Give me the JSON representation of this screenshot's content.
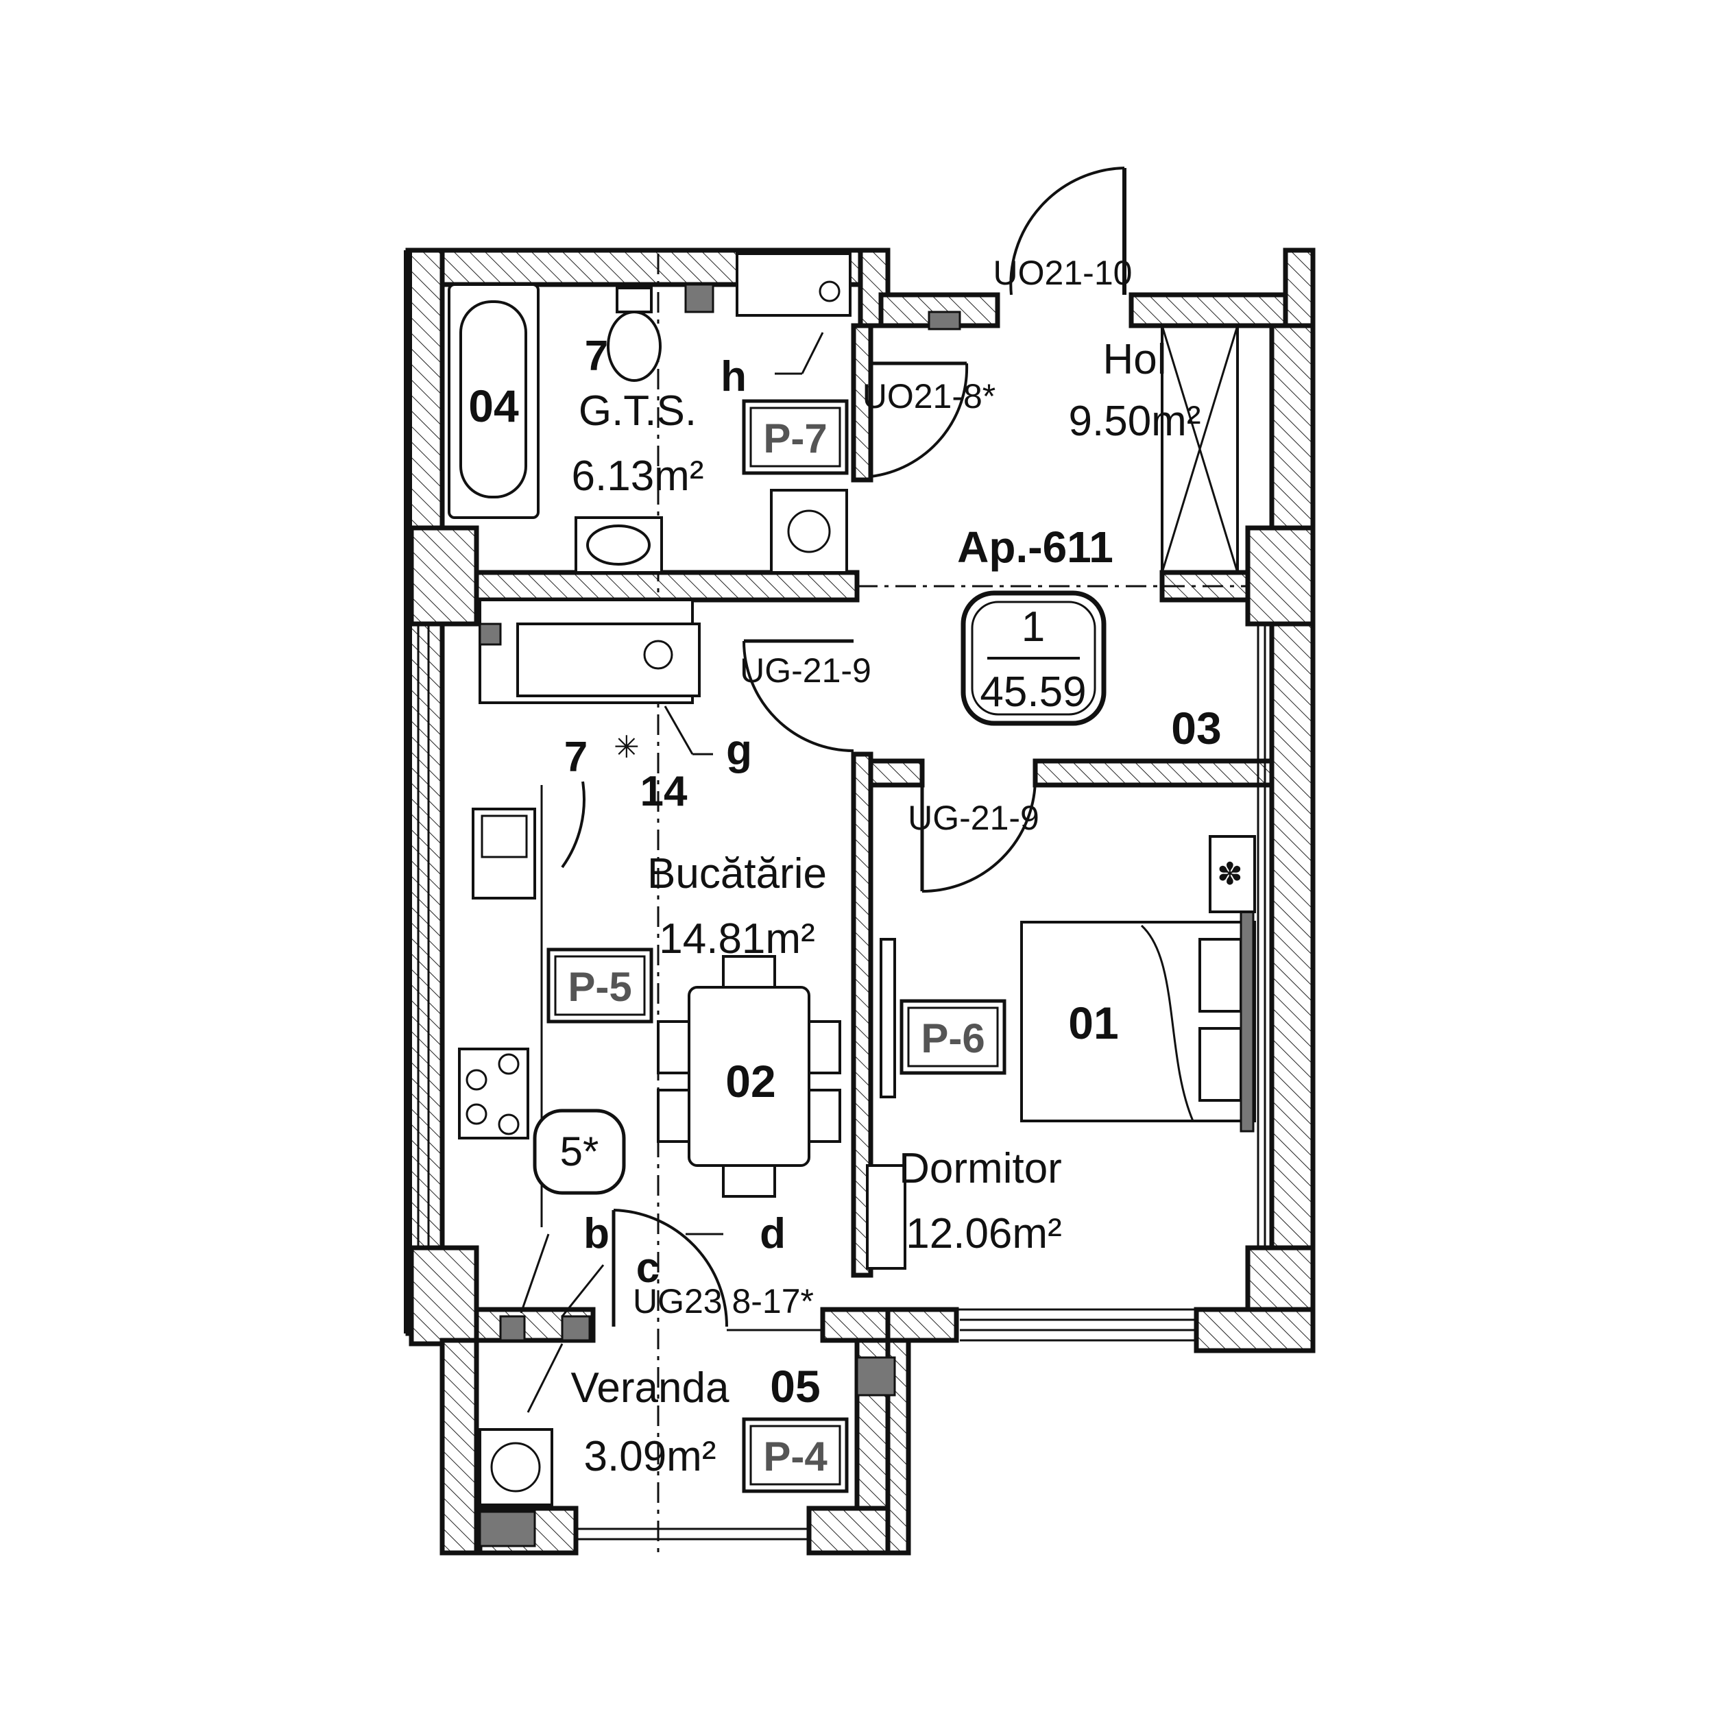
{
  "apartment": {
    "title": "Ap.-611",
    "room_count": "1",
    "total_area": "45.59"
  },
  "rooms": [
    {
      "number": "01",
      "name": "Dormitor",
      "area": "12.06m²"
    },
    {
      "number": "02",
      "name": "Bucătărie",
      "area": "14.81m²"
    },
    {
      "number": "03",
      "name": "Hol",
      "area": "9.50m²"
    },
    {
      "number": "04",
      "name": "G.T.S.",
      "area": "6.13m²"
    },
    {
      "number": "05",
      "name": "Veranda",
      "area": "3.09m²"
    }
  ],
  "panels": [
    "P-4",
    "P-5",
    "P-6",
    "P-7"
  ],
  "doors": {
    "entry": "UO21-10",
    "bathroom": "UO21-8*",
    "kitchen": "UG-21-9",
    "bedroom": "UG-21-9",
    "veranda": "UG23 8-17*"
  },
  "markers": {
    "bath_fixture": "7",
    "kitchen_fixture": "7",
    "kitchen_num": "14",
    "circle_mark": "5*",
    "letters": {
      "h": "h",
      "g": "g",
      "b": "b",
      "c": "c",
      "d": "d"
    }
  }
}
